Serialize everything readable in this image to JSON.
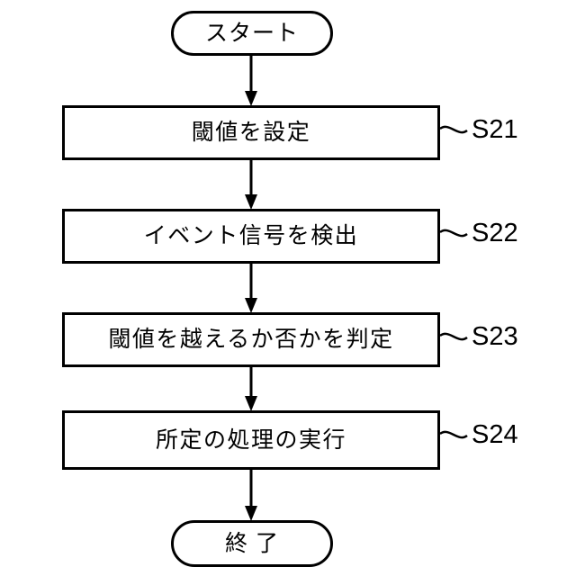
{
  "diagram": {
    "type": "flowchart",
    "orientation": "vertical",
    "background_color": "#ffffff",
    "line_color": "#000000",
    "text_color": "#000000",
    "start": {
      "shape": "terminator",
      "label": "スタート"
    },
    "end": {
      "shape": "terminator",
      "label": "終 了"
    },
    "steps": [
      {
        "shape": "process",
        "label": "閾値を設定",
        "tag": "S21"
      },
      {
        "shape": "process",
        "label": "イベント信号を検出",
        "tag": "S22"
      },
      {
        "shape": "process",
        "label": "閾値を越えるか否かを判定",
        "tag": "S23"
      },
      {
        "shape": "process",
        "label": "所定の処理の実行",
        "tag": "S24"
      }
    ],
    "connectors": [
      {
        "from": "start",
        "to": "S21",
        "arrow": "down"
      },
      {
        "from": "S21",
        "to": "S22",
        "arrow": "down"
      },
      {
        "from": "S22",
        "to": "S23",
        "arrow": "down"
      },
      {
        "from": "S23",
        "to": "S24",
        "arrow": "down"
      },
      {
        "from": "S24",
        "to": "end",
        "arrow": "down"
      }
    ]
  }
}
